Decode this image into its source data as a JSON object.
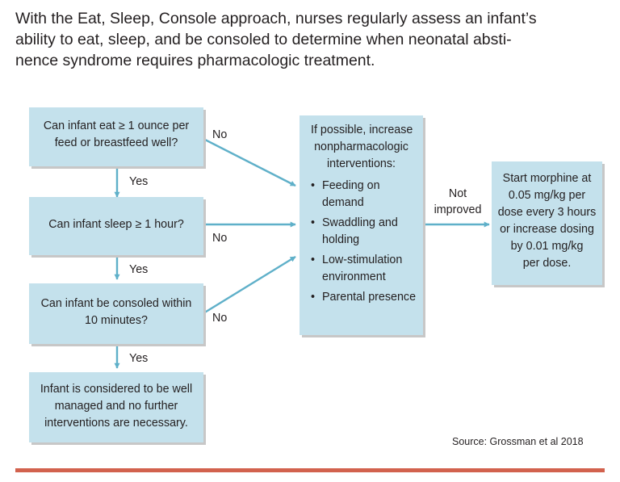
{
  "heading": {
    "lines": [
      "With the Eat, Sleep, Console approach, nurses regularly assess an infant’s",
      "ability to eat, sleep, and be consoled to determine when neonatal absti-",
      "nence syndrome requires pharmacologic treatment."
    ]
  },
  "flowchart": {
    "eat_question": [
      "Can infant eat ≥ 1 ounce per",
      "feed or breastfeed well?"
    ],
    "sleep_question": [
      "Can infant sleep ≥ 1 hour?"
    ],
    "console_question": [
      "Can infant be consoled within",
      "10 minutes?"
    ],
    "well_managed": [
      "Infant is considered to be well",
      "managed and no further",
      "interventions are necessary."
    ],
    "interventions": {
      "intro": [
        "If possible, increase",
        "nonpharmacologic",
        "interventions:"
      ],
      "bullet_symbol": "•",
      "items": [
        [
          "Feeding on",
          "demand"
        ],
        [
          "Swaddling and",
          "holding"
        ],
        [
          "Low-stimulation",
          "environment"
        ],
        [
          "Parental presence"
        ]
      ]
    },
    "morphine": [
      "Start morphine at",
      "0.05 mg/kg per",
      "dose every 3 hours",
      "or increase dosing",
      "by 0.01 mg/kg",
      "per dose."
    ],
    "labels": {
      "yes_1": "Yes",
      "yes_2": "Yes",
      "yes_3": "Yes",
      "no_1": "No",
      "no_2": "No",
      "no_3": "No",
      "not_improved": [
        "Not",
        "improved"
      ]
    },
    "colors": {
      "box_fill": "#c4e1ec",
      "arrow": "#5fb0c9",
      "rule": "#d2624e"
    }
  },
  "source": "Source: Grossman et al 2018"
}
